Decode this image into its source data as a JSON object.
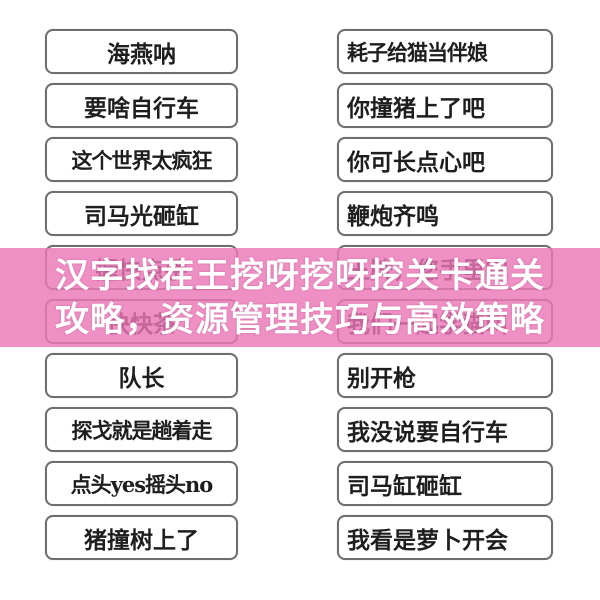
{
  "puzzle": {
    "left_column": [
      {
        "label": "海燕呐"
      },
      {
        "label": "要啥自行车"
      },
      {
        "label": "这个世界太疯狂"
      },
      {
        "label": "司马光砸缸"
      },
      {
        "label": "握快点手"
      },
      {
        "label": "快快茶"
      },
      {
        "label": "队长"
      },
      {
        "label": "探戈就是趟着走"
      },
      {
        "label": "点头yes摇头no"
      },
      {
        "label": "猪撞树上了"
      }
    ],
    "right_column": [
      {
        "label": "耗子给猫当伴娘"
      },
      {
        "label": "你撞猪上了吧"
      },
      {
        "label": "你可长点心吧"
      },
      {
        "label": "鞭炮齐鸣"
      },
      {
        "label": "王牌，您手里吧"
      },
      {
        "label": "我们一起学猫叫"
      },
      {
        "label": "别开枪"
      },
      {
        "label": "我没说要自行车"
      },
      {
        "label": "司马缸砸缸"
      },
      {
        "label": "我看是萝卜开会"
      }
    ]
  },
  "banner": {
    "title_line1": "汉字找茬王挖呀挖呀挖关卡通关",
    "title_line2": "攻略，资源管理技巧与高效策略",
    "color": "#ec78b8"
  },
  "colors": {
    "box_border": "#6e6e6e",
    "text": "#1e1e1e",
    "background": "#ffffff"
  }
}
